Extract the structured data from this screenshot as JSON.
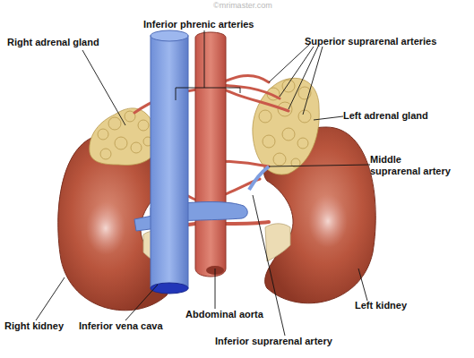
{
  "diagram": {
    "labels": [
      "©mrimaster.com",
      "Inferior phrenic arteries",
      "Right adrenal gland",
      "Superior suprarenal arteries",
      "Left adrenal gland",
      "Middle suprarenal artery",
      "Abdominal aorta",
      "Left kidney",
      "Right kidney",
      "Inferior vena cava",
      "Inferior suprarenal artery"
    ]
  }
}
